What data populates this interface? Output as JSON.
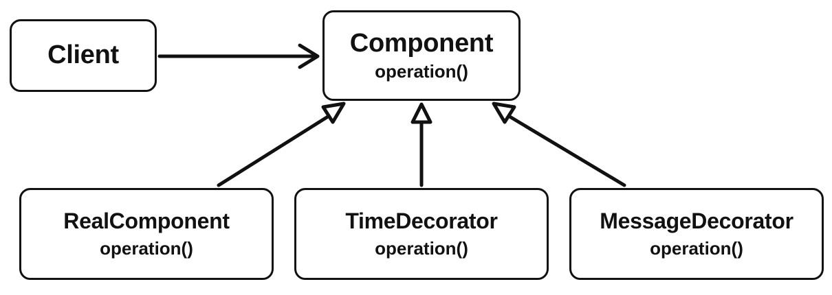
{
  "diagram": {
    "nodes": {
      "client": {
        "title": "Client"
      },
      "component": {
        "title": "Component",
        "method": "operation()"
      },
      "real_component": {
        "title": "RealComponent",
        "method": "operation()"
      },
      "time_decorator": {
        "title": "TimeDecorator",
        "method": "operation()"
      },
      "message_decorator": {
        "title": "MessageDecorator",
        "method": "operation()"
      }
    },
    "edges": [
      {
        "from": "Client",
        "to": "Component",
        "kind": "association"
      },
      {
        "from": "RealComponent",
        "to": "Component",
        "kind": "implementation"
      },
      {
        "from": "TimeDecorator",
        "to": "Component",
        "kind": "implementation"
      },
      {
        "from": "MessageDecorator",
        "to": "Component",
        "kind": "implementation"
      }
    ]
  }
}
